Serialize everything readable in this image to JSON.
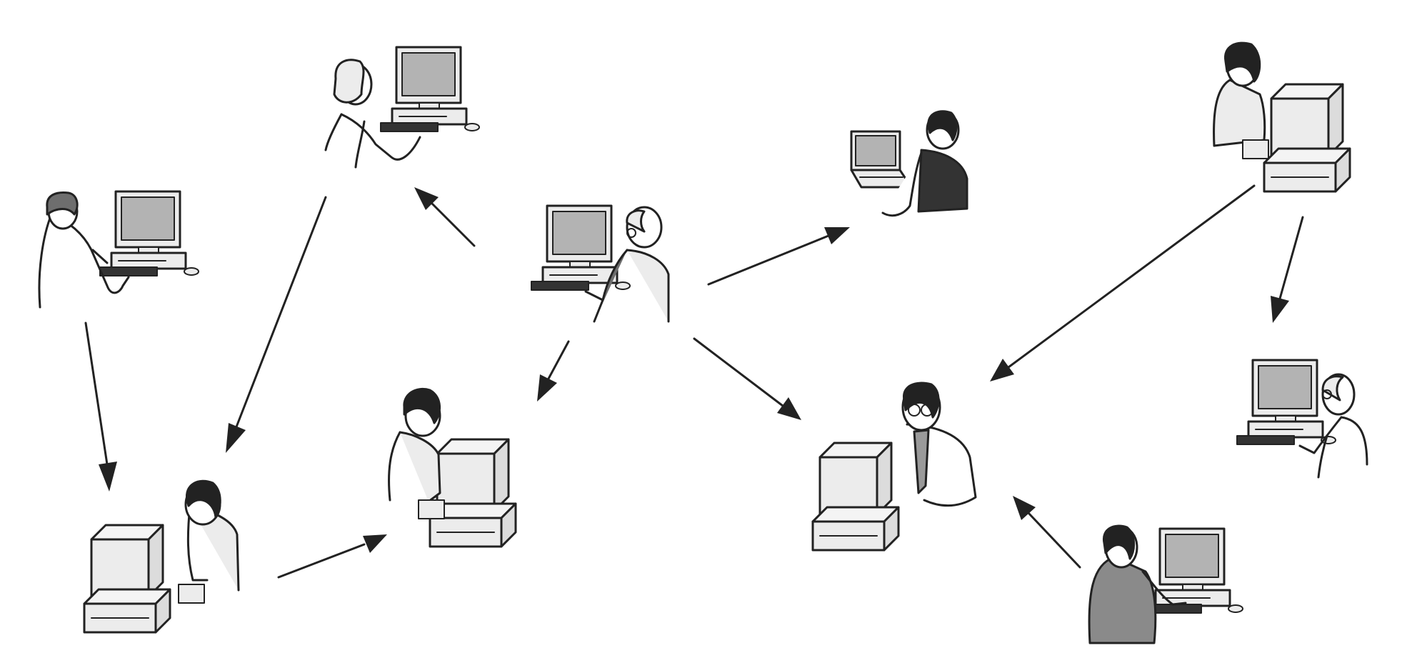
{
  "diagram": {
    "type": "network-of-people-at-computers",
    "background_color": "#ffffff",
    "line_color": "#222222",
    "screen_color": "#b3b3b3",
    "case_color": "#ececec",
    "figures": [
      {
        "id": "person-1",
        "icon": "man-desktop-computer-icon"
      },
      {
        "id": "person-2",
        "icon": "woman-desktop-computer-icon"
      },
      {
        "id": "person-3",
        "icon": "woman-crt-computer-icon"
      },
      {
        "id": "person-4",
        "icon": "woman-crt-computer-icon"
      },
      {
        "id": "person-5",
        "icon": "man-desktop-computer-icon"
      },
      {
        "id": "person-6",
        "icon": "man-laptop-icon"
      },
      {
        "id": "person-7",
        "icon": "man-crt-computer-icon"
      },
      {
        "id": "person-8",
        "icon": "woman-headset-crt-computer-icon"
      },
      {
        "id": "person-9",
        "icon": "man-desktop-computer-icon"
      },
      {
        "id": "person-10",
        "icon": "man-desktop-computer-icon"
      }
    ],
    "arrows": [
      {
        "from": "person-1",
        "to": "person-3"
      },
      {
        "from": "person-2",
        "to": "person-3"
      },
      {
        "from": "person-3",
        "to": "person-4"
      },
      {
        "from": "person-5",
        "to": "person-2"
      },
      {
        "from": "person-5",
        "to": "person-4"
      },
      {
        "from": "person-5",
        "to": "person-6"
      },
      {
        "from": "person-5",
        "to": "person-7"
      },
      {
        "from": "person-8",
        "to": "person-7"
      },
      {
        "from": "person-8",
        "to": "person-9"
      },
      {
        "from": "person-10",
        "to": "person-7"
      }
    ]
  }
}
